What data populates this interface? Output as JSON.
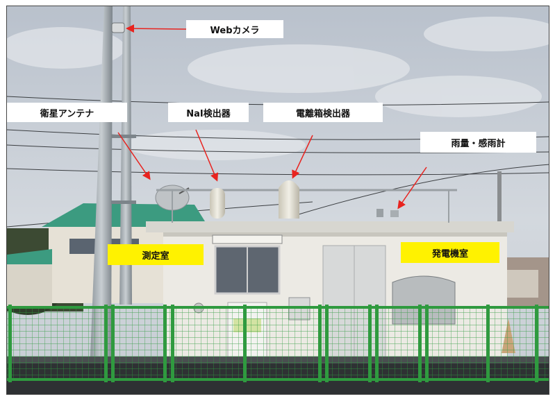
{
  "labels": {
    "web_camera": "Webカメラ",
    "satellite_antenna": "衛星アンテナ",
    "nai_detector": "NaI検出器",
    "ion_chamber_detector": "電離箱検出器",
    "rain_gauge": "雨量・感雨計",
    "measurement_room": "測定室",
    "generator_room": "発電機室"
  },
  "colors": {
    "label_white": "#ffffff",
    "label_yellow": "#fff200",
    "arrow": "#e8231f",
    "sky": "#c9cfd8",
    "building": "#ecebe6",
    "fence": "#2f9a3f"
  }
}
